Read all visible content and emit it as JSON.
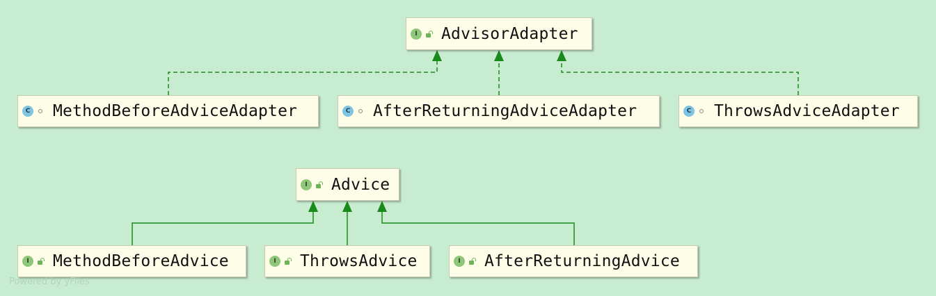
{
  "nodes": {
    "advisor_adapter": {
      "name": "AdvisorAdapter",
      "kind": "I"
    },
    "method_before_advice_adapter": {
      "name": "MethodBeforeAdviceAdapter",
      "kind": "C"
    },
    "after_returning_advice_adapter": {
      "name": "AfterReturningAdviceAdapter",
      "kind": "C"
    },
    "throws_advice_adapter": {
      "name": "ThrowsAdviceAdapter",
      "kind": "C"
    },
    "advice": {
      "name": "Advice",
      "kind": "I"
    },
    "method_before_advice": {
      "name": "MethodBeforeAdvice",
      "kind": "I"
    },
    "throws_advice": {
      "name": "ThrowsAdvice",
      "kind": "I"
    },
    "after_returning_advice": {
      "name": "AfterReturningAdvice",
      "kind": "I"
    }
  },
  "relations": [
    {
      "from": "method_before_advice_adapter",
      "to": "advisor_adapter",
      "type": "implements"
    },
    {
      "from": "after_returning_advice_adapter",
      "to": "advisor_adapter",
      "type": "implements"
    },
    {
      "from": "throws_advice_adapter",
      "to": "advisor_adapter",
      "type": "implements"
    },
    {
      "from": "method_before_advice",
      "to": "advice",
      "type": "extends"
    },
    {
      "from": "throws_advice",
      "to": "advice",
      "type": "extends"
    },
    {
      "from": "after_returning_advice",
      "to": "advice",
      "type": "extends"
    }
  ],
  "colors": {
    "background": "#c8ecd0",
    "edge": "#1a8a1a",
    "node_fill": "#fdfde8"
  },
  "watermark": "Powered by yFiles"
}
